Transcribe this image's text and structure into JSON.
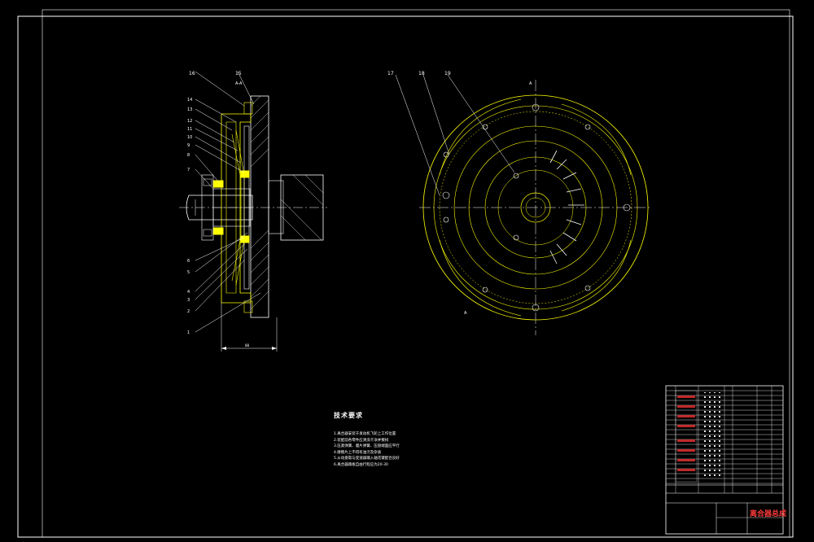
{
  "colors": {
    "background": "#000000",
    "frame": "#ffffff",
    "outline": "#ffff00",
    "parts": "#ffffff",
    "centerline": "#ffffff",
    "stamp": "#ff3b3b",
    "bom_highlight": "#e03030"
  },
  "drawing": {
    "section_view": {
      "label": "A-A",
      "callouts_top": [
        "16",
        "15"
      ],
      "callouts_left": [
        "14",
        "13",
        "12",
        "11",
        "10",
        "9",
        "8",
        "7",
        "6",
        "5",
        "4",
        "3",
        "2",
        "1"
      ],
      "dimension_label": "88"
    },
    "front_view": {
      "callouts": [
        "17",
        "18",
        "19"
      ],
      "section_marks": [
        "A",
        "A"
      ]
    }
  },
  "tech_requirements": {
    "title": "技术要求",
    "items": [
      "1.离合器安装于发动机飞轮上工作位置",
      "2.装配前各零件应清洗干净并擦拭",
      "3.压紧弹簧、膜片弹簧、压盘端面应平行",
      "4.摩擦片上不得有油污及杂质",
      "5.从动盘毂与变速器输入轴花键配合良好",
      "6.离合器踏板自由行程应为20-30"
    ]
  },
  "title_block": {
    "stamp_text": "离合器总成"
  },
  "icons": {
    "section_view": "clutch-section-icon",
    "front_view": "clutch-front-view-icon"
  }
}
